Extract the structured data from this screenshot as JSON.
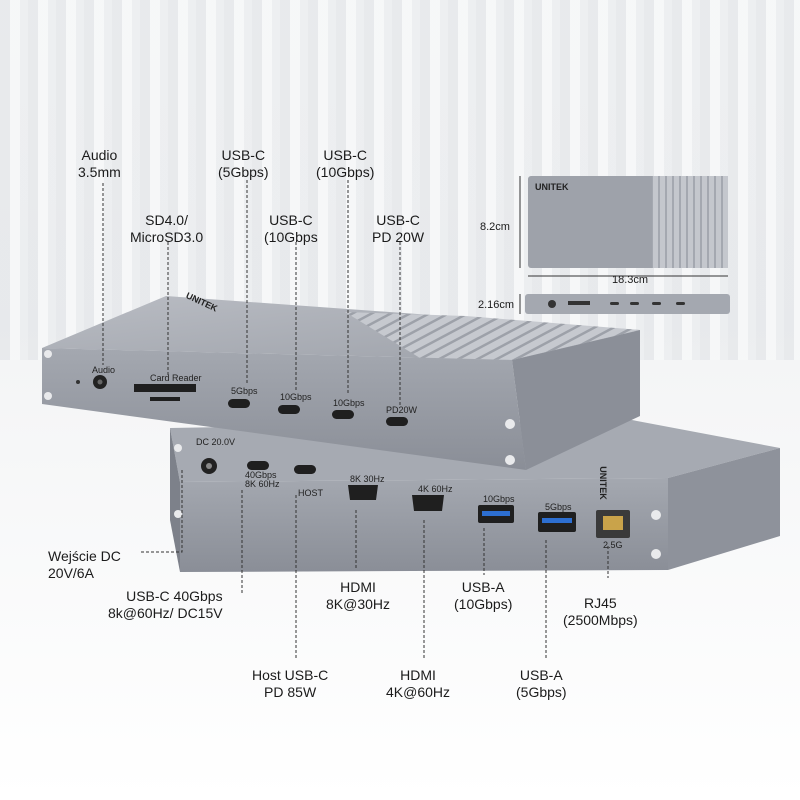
{
  "labels": {
    "audio": "Audio\n3.5mm",
    "usbc_5": "USB-C\n(5Gbps)",
    "usbc_10_top": "USB-C\n(10Gbps)",
    "sd": "SD4.0/\nMicroSD3.0",
    "usbc_10_mid": "USB-C\n(10Gbps",
    "usbc_pd20": "USB-C\nPD 20W",
    "dc_in": "Wejście DC\n20V/6A",
    "usbc_40": "USB-C 40Gbps\n8k@60Hz/ DC15V",
    "hdmi_8k": "HDMI\n8K@30Hz",
    "usba_10": "USB-A\n(10Gbps)",
    "rj45": "RJ45\n(2500Mbps)",
    "host_usbc": "Host USB-C\nPD 85W",
    "hdmi_4k": "HDMI\n4K@60Hz",
    "usba_5": "USB-A\n(5Gbps)"
  },
  "dimensions": {
    "height": "8.2cm",
    "width": "18.3cm",
    "depth": "2.16cm"
  },
  "device_print": {
    "brand": "UNITEK",
    "audio": "Audio",
    "card_reader": "Card Reader",
    "p5g": "5Gbps",
    "p10g_a": "10Gbps",
    "p10g_b": "10Gbps",
    "pd20": "PD20W",
    "dc": "DC 20.0V",
    "p40g": "40Gbps\n8K 60Hz",
    "host": "HOST",
    "hdmi8k": "8K 30Hz",
    "hdmi4k": "4K 60Hz",
    "usba10": "10Gbps",
    "usba5": "5Gbps",
    "rj_speed": "2.5G"
  },
  "colors": {
    "body": "#a9acb4",
    "body_dark": "#8c9099",
    "usb_blue": "#2d6fd1"
  }
}
